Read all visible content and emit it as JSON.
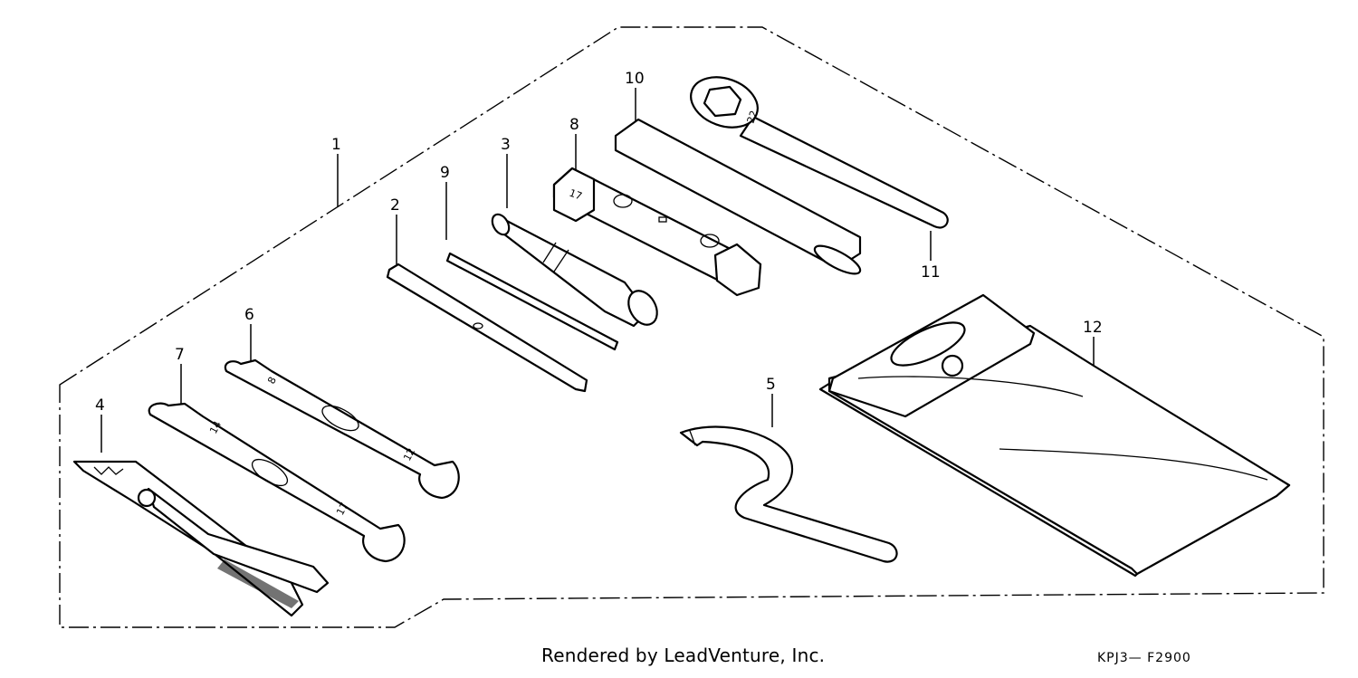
{
  "callouts": [
    {
      "id": "1",
      "text": "1"
    },
    {
      "id": "2",
      "text": "2"
    },
    {
      "id": "3",
      "text": "3"
    },
    {
      "id": "4",
      "text": "4"
    },
    {
      "id": "5",
      "text": "5"
    },
    {
      "id": "6",
      "text": "6"
    },
    {
      "id": "7",
      "text": "7"
    },
    {
      "id": "8",
      "text": "8"
    },
    {
      "id": "9",
      "text": "9"
    },
    {
      "id": "10",
      "text": "10"
    },
    {
      "id": "11",
      "text": "11"
    },
    {
      "id": "12",
      "text": "12"
    }
  ],
  "stamps": {
    "wrench_22": "22",
    "wrench_8": "8",
    "wrench_12": "12",
    "wrench_14": "14",
    "wrench_17": "17",
    "socket_17": "17"
  },
  "footer": {
    "credit": "Rendered by LeadVenture, Inc.",
    "code": "KPJ3— F2900"
  }
}
